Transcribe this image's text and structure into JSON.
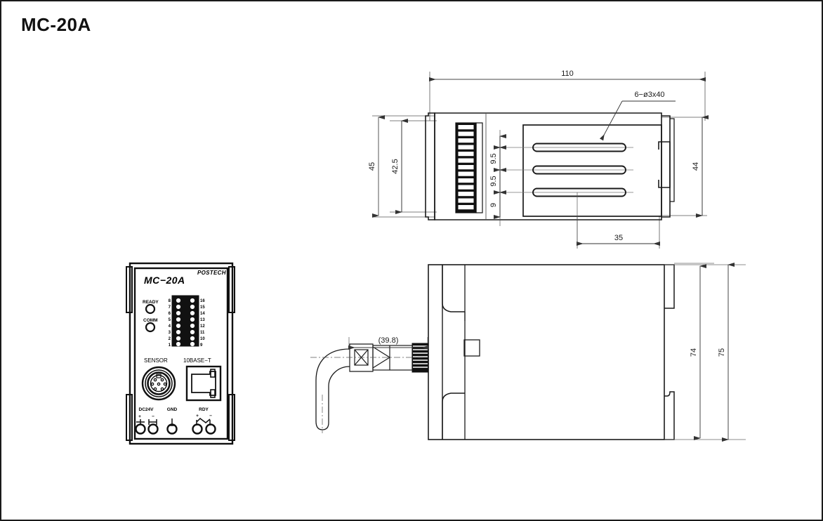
{
  "page": {
    "title": "MC-20A",
    "background_color": "#ffffff",
    "line_color": "#1a1a1a",
    "border_color": "#1a1a1a"
  },
  "top_view": {
    "name": "top-view",
    "dimensions": {
      "overall_length": "110",
      "overall_width": "45",
      "inner_width": "42.5",
      "body_width_right": "44",
      "slot_callout": "6−ø3x40",
      "slot_pitch_1": "9.5",
      "slot_pitch_2": "9.5",
      "slot_pitch_3": "9",
      "slot_offset": "35"
    },
    "slot_count": 3,
    "vent_slot_count": 13
  },
  "side_view": {
    "name": "side-view",
    "dimensions": {
      "connector_length": "(39.8)",
      "body_height": "74",
      "overall_height": "75"
    }
  },
  "front_panel": {
    "name": "front-panel-view",
    "model_label": "MC−20A",
    "brand_label": "POSTECH",
    "status_leds": [
      {
        "label": "READY"
      },
      {
        "label": "COMM"
      }
    ],
    "io_led_left_numbers": [
      "8",
      "7",
      "6",
      "5",
      "4",
      "3",
      "2",
      "1"
    ],
    "io_led_right_numbers": [
      "16",
      "15",
      "14",
      "13",
      "12",
      "11",
      "10",
      "9"
    ],
    "connectors": [
      {
        "label": "SENSOR",
        "type": "circular-din"
      },
      {
        "label": "10BASE−T",
        "type": "rj45"
      }
    ],
    "terminals": [
      {
        "label": "DC24V",
        "marks": [
          "+",
          "−"
        ],
        "count": 2
      },
      {
        "label": "GND",
        "marks": [],
        "count": 1
      },
      {
        "label": "RDY",
        "marks": [
          "+",
          "−"
        ],
        "count": 2
      }
    ]
  }
}
